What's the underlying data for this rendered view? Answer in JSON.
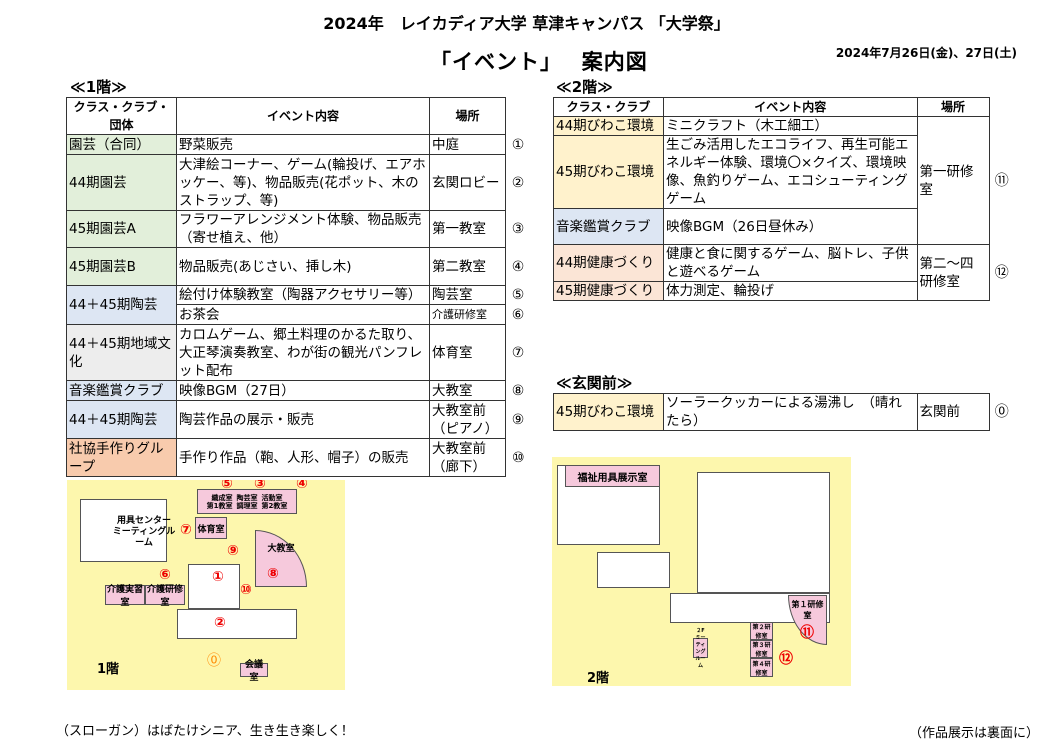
{
  "header": {
    "title": "2024年　レイカディア大学 草津キャンパス 「大学祭」",
    "subtitle": "「イベント」　 案内図",
    "date": "2024年7月26日(金)、27日(土)"
  },
  "colors": {
    "green": "#e2efda",
    "blue": "#dde6f3",
    "gray": "#ededed",
    "orange": "#f8cbad",
    "yellow": "#fff2cc",
    "peach": "#fbe5d6"
  },
  "floor1": {
    "heading": "≪1階≫",
    "headers": [
      "クラス・クラブ・団体",
      "イベント内容",
      "場所"
    ],
    "rows": [
      {
        "group": "園芸（合同）",
        "color": "#e2efda",
        "event": "野菜販売",
        "place": "中庭",
        "num": "①"
      },
      {
        "group": "44期園芸",
        "color": "#e2efda",
        "event": "大津絵コーナー、ゲーム(輪投げ、エアホッケー、等)、物品販売(花ポット、木のストラップ、等)",
        "place": "玄関ロビー",
        "num": "②"
      },
      {
        "group": "45期園芸A",
        "color": "#e2efda",
        "event": "フラワーアレンジメント体験、物品販売（寄せ植え、他）",
        "place": "第一教室",
        "num": "③"
      },
      {
        "group": "45期園芸B",
        "color": "#e2efda",
        "event": "物品販売(あじさい、挿し木)",
        "place": "第二教室",
        "num": "④"
      },
      {
        "group": "44＋45期陶芸",
        "color": "#dde6f3",
        "span": 2,
        "event": "絵付け体験教室（陶器アクセサリー等）",
        "place": "陶芸室",
        "num": "⑤"
      },
      {
        "event": "お茶会",
        "place": "介護研修室",
        "num": "⑥",
        "small": true
      },
      {
        "group": "44＋45期地域文化",
        "color": "#ededed",
        "event": "カロムゲーム、郷土料理のかるた取り、大正琴演奏教室、わが街の観光パンフレット配布",
        "place": "体育室",
        "num": "⑦"
      },
      {
        "group": "音楽鑑賞クラブ",
        "color": "#dde6f3",
        "event": "映像BGM（27日）",
        "place": "大教室",
        "num": "⑧"
      },
      {
        "group": "44＋45期陶芸",
        "color": "#dde6f3",
        "event": "陶芸作品の展示・販売",
        "place": "大教室前（ピアノ）",
        "num": "⑨"
      },
      {
        "group": "社協手作りグループ",
        "color": "#f8cbad",
        "event": "手作り作品（鞄、人形、帽子）の販売",
        "place": "大教室前（廊下）",
        "num": "⑩"
      }
    ]
  },
  "floor2": {
    "heading": "≪2階≫",
    "headers": [
      "クラス・クラブ",
      "イベント内容",
      "場所"
    ],
    "rows": [
      {
        "group": "44期びわこ環境",
        "color": "#fff2cc",
        "event": "ミニクラフト（木工細工）",
        "place": "第一研修室",
        "num": "⑪",
        "pspan": 3
      },
      {
        "group": "45期びわこ環境",
        "color": "#fff2cc",
        "event": "生ごみ活用したエコライフ、再生可能エネルギー体験、環境〇×クイズ、環境映像、魚釣りゲーム、エコシューティングゲーム"
      },
      {
        "group": "音楽鑑賞クラブ",
        "color": "#dde6f3",
        "event": "映像BGM（26日昼休み）"
      },
      {
        "group": "44期健康づくり",
        "color": "#fbe5d6",
        "event": "健康と食に関するゲーム、脳トレ、子供と遊べるゲーム",
        "place": "第二～四研修室",
        "num": "⑫",
        "pspan": 2
      },
      {
        "group": "45期健康づくり",
        "color": "#fbe5d6",
        "event": "体力測定、輪投げ"
      }
    ]
  },
  "entrance": {
    "heading": "≪玄関前≫",
    "rows": [
      {
        "group": "45期びわこ環境",
        "color": "#fff2cc",
        "event": "ソーラークッカーによる湯沸し　（晴れたら）",
        "place": "玄関前",
        "num": "⓪"
      }
    ]
  },
  "map1": {
    "floor_label": "1階",
    "rooms": {
      "meeting": "用具センター ミーティングルーム",
      "gym": "体育室",
      "big": "大教室",
      "care1": "介護実習室",
      "care2": "介護研修室",
      "conf": "会議室",
      "top": [
        "織成室",
        "陶芸室",
        "活動室",
        "第1教室",
        "調理室",
        "第2教室"
      ]
    },
    "markers": [
      "⑤",
      "③",
      "④",
      "⑦",
      "⑨",
      "①",
      "⑥",
      "⑧",
      "⑩",
      "②",
      "⓪"
    ]
  },
  "map2": {
    "floor_label": "2階",
    "rooms": {
      "display": "福祉用具展示室",
      "r1": "第１研修室",
      "r2": "第２研修室",
      "r3": "第３研修室",
      "r4": "第４研修室",
      "mt": "２Fミーティングルーム"
    },
    "markers": [
      "⑪",
      "⑫"
    ]
  },
  "footer": {
    "slogan": "（スローガン）はばたけシニア、生き生き楽しく！",
    "note": "（作品展示は裏面に）"
  }
}
